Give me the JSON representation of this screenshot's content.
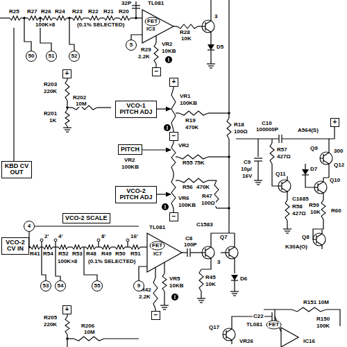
{
  "diagram": {
    "nodes": [
      {
        "text": [
          "5"
        ]
      },
      {
        "text": [
          "50"
        ]
      },
      {
        "text": [
          "51"
        ]
      },
      {
        "text": [
          "52"
        ]
      },
      {
        "text": [
          "+"
        ]
      },
      {
        "text": [
          "−"
        ]
      },
      {
        "text": [
          "+"
        ]
      },
      {
        "text": [
          "VCO-1 PITCH ADJ"
        ]
      },
      {
        "text": [
          "−"
        ]
      },
      {
        "text": [
          "PITCH"
        ]
      },
      {
        "text": [
          "KBD CV OUT"
        ]
      },
      {
        "text": [
          "VCO-2 PITCH ADJ"
        ]
      },
      {
        "text": [
          "−"
        ]
      },
      {
        "text": [
          "4"
        ]
      },
      {
        "text": [
          "VCO-2 SCALE"
        ]
      },
      {
        "text": [
          "VCO-2 CV IN"
        ]
      },
      {
        "text": [
          "53"
        ]
      },
      {
        "text": [
          "54"
        ]
      },
      {
        "text": [
          "55"
        ]
      },
      {
        "text": [
          "9"
        ]
      },
      {
        "text": [
          "−"
        ]
      },
      {
        "text": [
          "+"
        ]
      },
      {
        "text": [
          "+"
        ]
      }
    ],
    "labels": [
      "R25",
      "R27",
      "R26",
      "R24",
      "R23",
      "R22",
      "R21",
      "R20",
      "100K×8",
      "(0.1% SELECTED)",
      "32P",
      "TL081",
      "FET",
      "IC3",
      "R28",
      "10K",
      "3",
      "VR2",
      "10KB",
      "R29",
      "2.2K",
      "D5",
      "R203",
      "220K",
      "R202",
      "10M",
      "R201",
      "1K",
      "VR1",
      "100KB",
      "R19",
      "470K",
      "R18",
      "100Ω",
      "VR2",
      "100KB",
      "VR2",
      "R55 75K",
      "R56",
      "470K",
      "VR6",
      "100KB",
      "R47",
      "100Ω",
      "C1583",
      "Q7",
      "TL081",
      "FET",
      "IC7",
      "C8",
      "100P",
      "3",
      "R45",
      "10K",
      "VR5",
      "10KB",
      "D6",
      "R42",
      "2.2K",
      "2'",
      "4'",
      "8'",
      "16'",
      "R41",
      "R54",
      "R52",
      "R53",
      "R48",
      "R49",
      "R50",
      "R51",
      "100K×8",
      "(0.1% SELECTED)",
      "R205",
      "220K",
      "R206",
      "10M",
      "C10",
      "100000P",
      "A564(S)",
      "Q9",
      "R57",
      "427Ω",
      "C9",
      "10μ/",
      "16V",
      "D7",
      "Q11",
      "C1685",
      "Q10",
      "R58",
      "427Ω",
      "R59",
      "10K",
      "R60",
      "Q8",
      "K30A(O)",
      "300",
      "Q12",
      "R151 10M",
      "C22",
      "TL081",
      "FET",
      "Q17",
      "VR26",
      "R150",
      "100K",
      "IC16"
    ]
  }
}
